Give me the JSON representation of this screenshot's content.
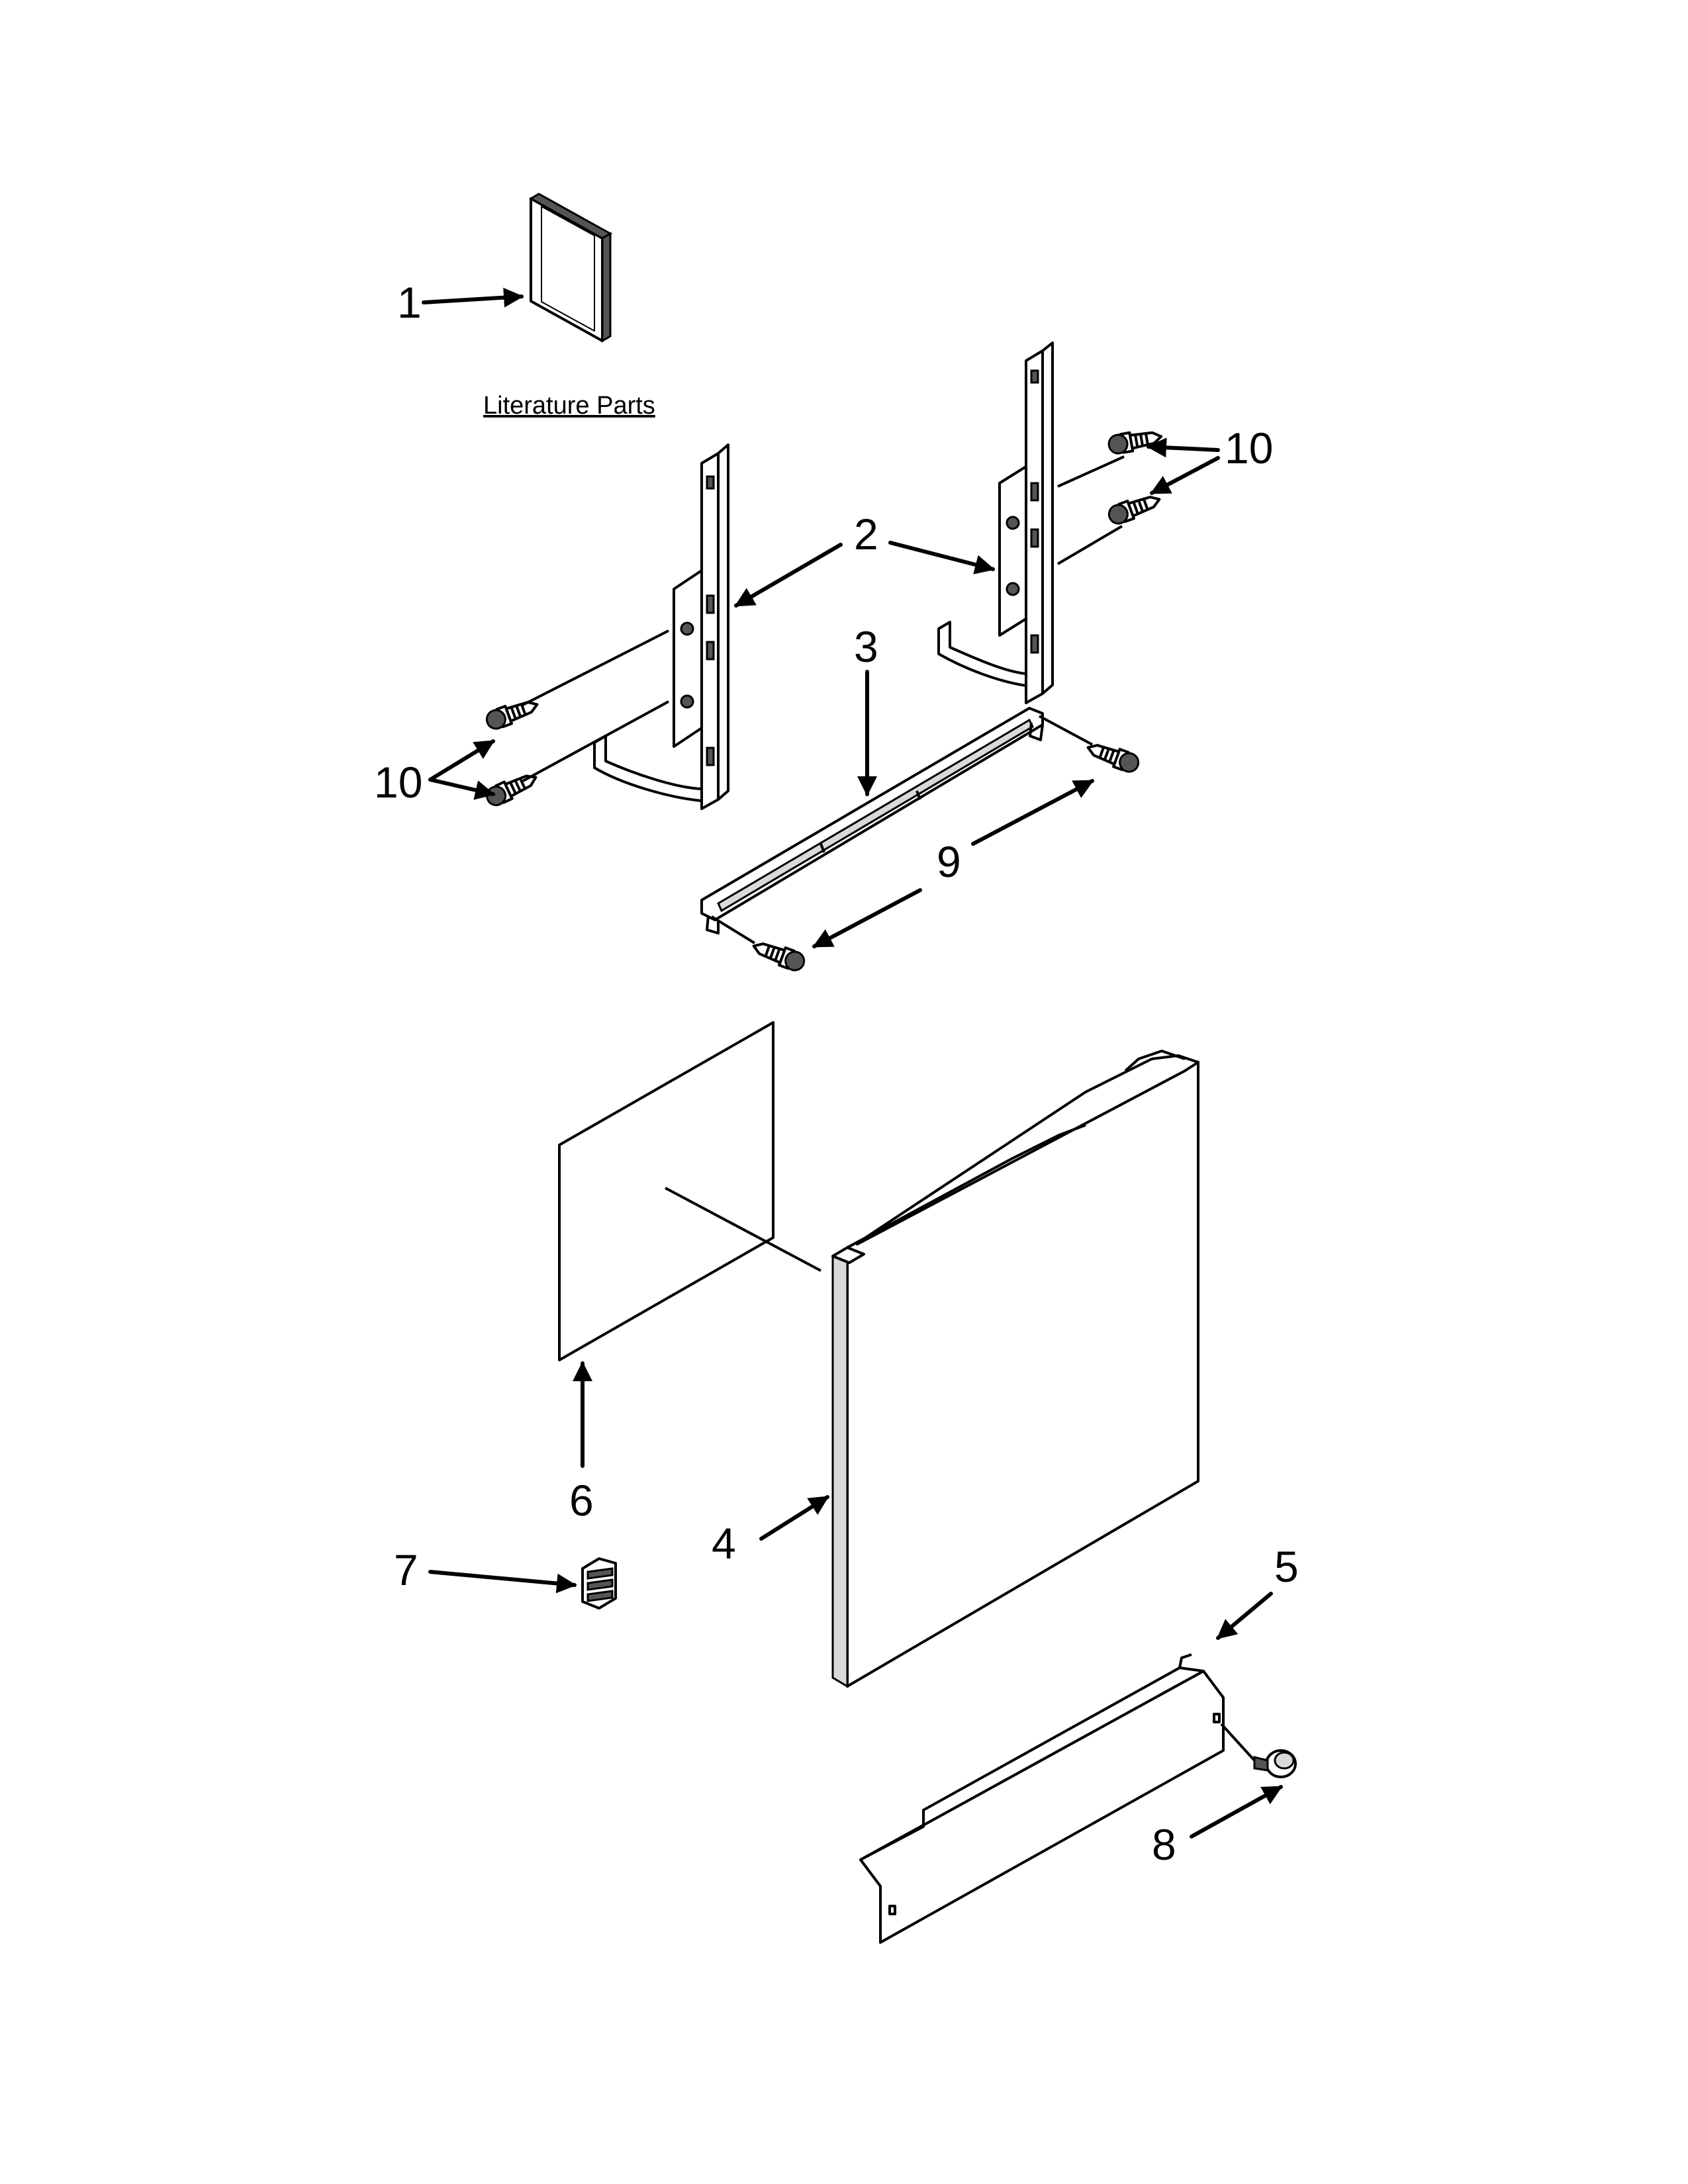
{
  "caption": "Literature Parts",
  "callouts": [
    {
      "id": "1",
      "label": "1"
    },
    {
      "id": "2",
      "label": "2"
    },
    {
      "id": "3",
      "label": "3"
    },
    {
      "id": "4",
      "label": "4"
    },
    {
      "id": "5",
      "label": "5"
    },
    {
      "id": "6",
      "label": "6"
    },
    {
      "id": "7",
      "label": "7"
    },
    {
      "id": "8",
      "label": "8"
    },
    {
      "id": "9",
      "label": "9"
    },
    {
      "id": "10a",
      "label": "10"
    },
    {
      "id": "10b",
      "label": "10"
    }
  ]
}
